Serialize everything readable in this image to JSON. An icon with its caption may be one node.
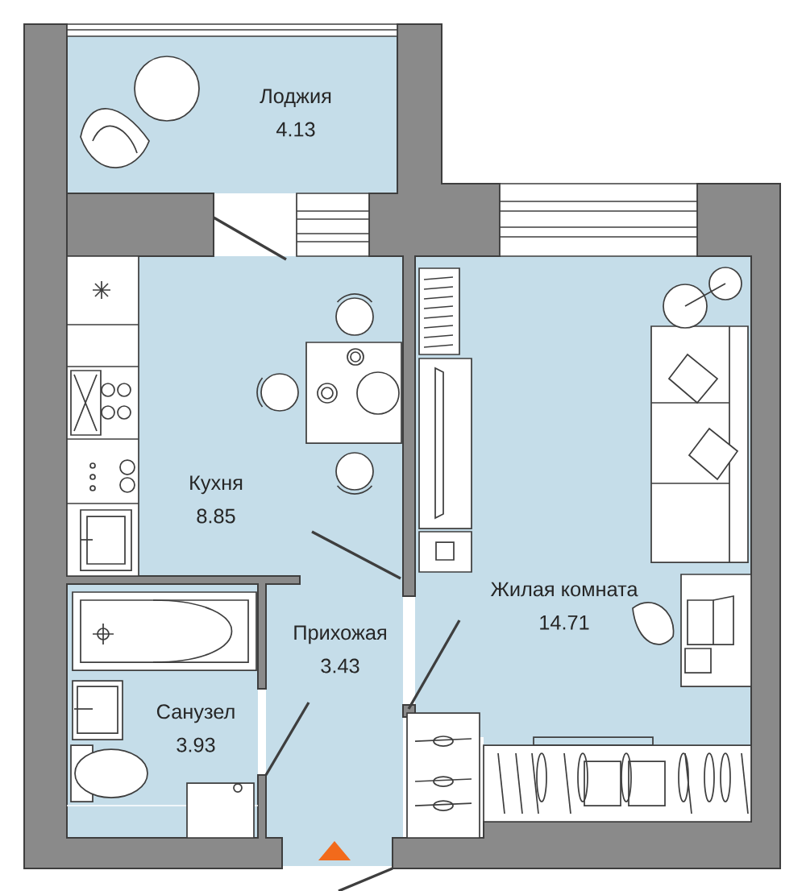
{
  "diagram": {
    "nodes": [
      {
        "text": [
          "Лоджия",
          "4.13"
        ]
      },
      {
        "text": [
          "Кухня",
          "8.85"
        ]
      },
      {
        "text": [
          "Прихожая",
          "3.43"
        ]
      },
      {
        "text": [
          "Санузел",
          "3.93"
        ]
      },
      {
        "text": [
          "Жилая комната",
          "14.71"
        ]
      }
    ]
  }
}
